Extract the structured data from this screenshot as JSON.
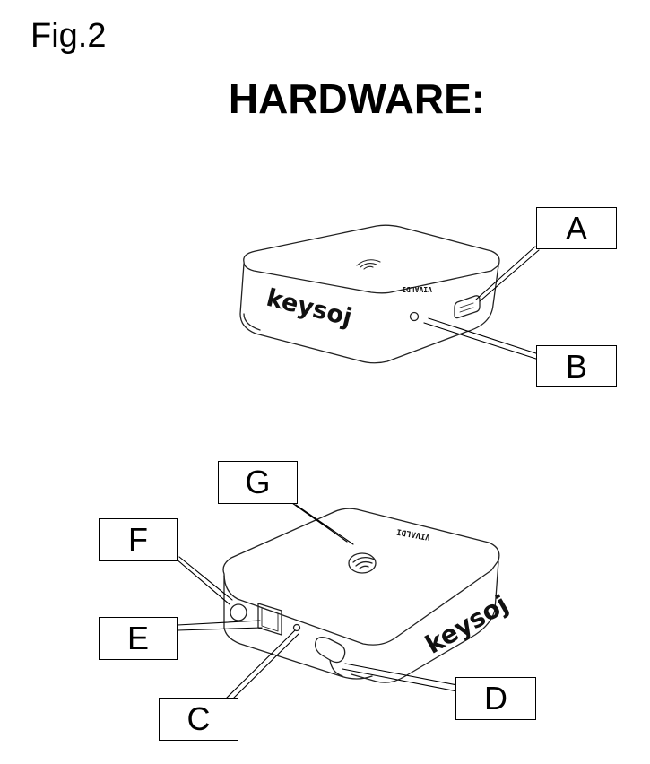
{
  "fig_label": "Fig.2",
  "title": "HARDWARE:",
  "brand": "keysoj",
  "model": "VIVALDI",
  "labels": {
    "A": "A",
    "B": "B",
    "C": "C",
    "D": "D",
    "E": "E",
    "F": "F",
    "G": "G"
  }
}
